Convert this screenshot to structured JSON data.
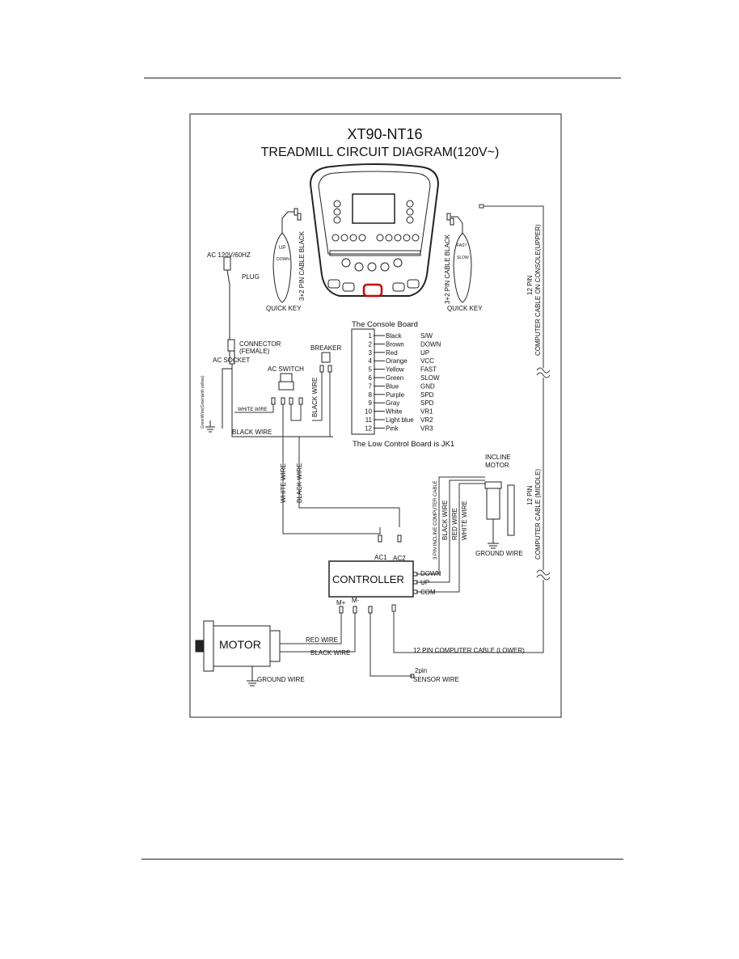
{
  "title_line1": "XT90-NT16",
  "title_line2": "TREADMILL CIRCUIT DIAGRAM(120V~)",
  "left_key": {
    "up": "UP",
    "down": "DOWN",
    "cable": "3+2 PIN CABLE BLACK",
    "label": "QUICK KEY"
  },
  "right_key": {
    "fast": "FAST",
    "slow": "SLOW",
    "cable": "3+2 PIN CABLE BLACK",
    "label": "QUICK KEY"
  },
  "upper_cable": {
    "line1": "12 PIN",
    "line2": "COMPUTER CABLE ON CONSOLE(UPPER)"
  },
  "middle_cable": {
    "line1": "12 PIN",
    "line2": "COMPUTER CABLE (MIDDLE)"
  },
  "lower_cable": "12 PIN COMPUTER CABLE (LOWER)",
  "power": {
    "ac": "AC 120V/60HZ",
    "plug": "PLUG",
    "connector1": "CONNECTOR",
    "connector2": "(FEMALE)",
    "socket": "AC SOCKET",
    "ground_green": "GreenWire(Greenwith yellow)",
    "ac_switch": "AC SWITCH",
    "breaker": "BREAKER",
    "white_wire": "WHITE WIRE",
    "black_wire": "BLACK WIRE",
    "black_wire_v": "BLACK WIRE",
    "white_wire_v": "WHITE WIRE",
    "black_wire_v2": "BLACK WIRE"
  },
  "console_board": {
    "title": "The Console Board",
    "pins": [
      {
        "num": "1",
        "color": "Black",
        "func": "S/W"
      },
      {
        "num": "2",
        "color": "Brown",
        "func": "DOWN"
      },
      {
        "num": "3",
        "color": "Red",
        "func": "UP"
      },
      {
        "num": "4",
        "color": "Orange",
        "func": "VCC"
      },
      {
        "num": "5",
        "color": "Yellow",
        "func": "FAST"
      },
      {
        "num": "6",
        "color": "Green",
        "func": "SLOW"
      },
      {
        "num": "7",
        "color": "Blue",
        "func": "GND"
      },
      {
        "num": "8",
        "color": "Purple",
        "func": "SPD"
      },
      {
        "num": "9",
        "color": "Gray",
        "func": "SPD"
      },
      {
        "num": "10",
        "color": "White",
        "func": "VR1"
      },
      {
        "num": "11",
        "color": "Light blue",
        "func": "VR2"
      },
      {
        "num": "12",
        "color": "Pink",
        "func": "VR3"
      }
    ],
    "footer": "The Low Control Board is JK1"
  },
  "incline": {
    "motor1": "INCLINE",
    "motor2": "MOTOR",
    "cable": "3 PIN INCLINE COMPUTER CABLE",
    "black": "BLACK WIRE",
    "red": "RED WIRE",
    "white": "WHITE WIRE",
    "ground": "GROUND WIRE"
  },
  "controller": {
    "label": "CONTROLLER",
    "ac1": "AC1",
    "ac2": "AC2",
    "down": "DOWN",
    "up": "UP",
    "com": "COM",
    "mplus": "M+",
    "mminus": "M-"
  },
  "motor": {
    "label": "MOTOR",
    "red": "RED WIRE",
    "black": "BLACK WIRE",
    "ground": "GROUND WIRE"
  },
  "sensor": {
    "line1": "2pin",
    "line2": "SENSOR WIRE"
  }
}
